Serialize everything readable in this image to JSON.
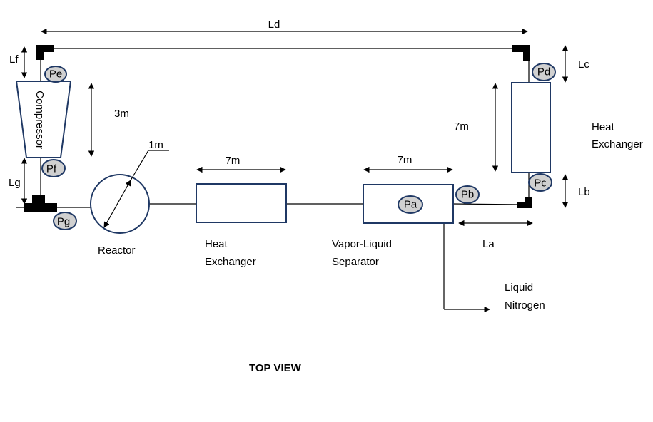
{
  "dimensions": {
    "ld": "Ld",
    "lf": "Lf",
    "lg": "Lg",
    "lc": "Lc",
    "lb": "Lb",
    "la": "La",
    "compressor_height": "3m",
    "reactor_diameter": "1m",
    "hx1_length": "7m",
    "separator_length": "7m",
    "hx2_height": "7m"
  },
  "gauges": {
    "pa": "Pa",
    "pb": "Pb",
    "pc": "Pc",
    "pd": "Pd",
    "pe": "Pe",
    "pf": "Pf",
    "pg": "Pg"
  },
  "equipment": {
    "compressor": "Compressor",
    "reactor": "Reactor",
    "hx1_line1": "Heat",
    "hx1_line2": "Exchanger",
    "separator_line1": "Vapor-Liquid",
    "separator_line2": "Separator",
    "hx2_line1": "Heat",
    "hx2_line2": "Exchanger"
  },
  "streams": {
    "ln2_line1": "Liquid",
    "ln2_line2": "Nitrogen"
  },
  "caption": "TOP VIEW"
}
